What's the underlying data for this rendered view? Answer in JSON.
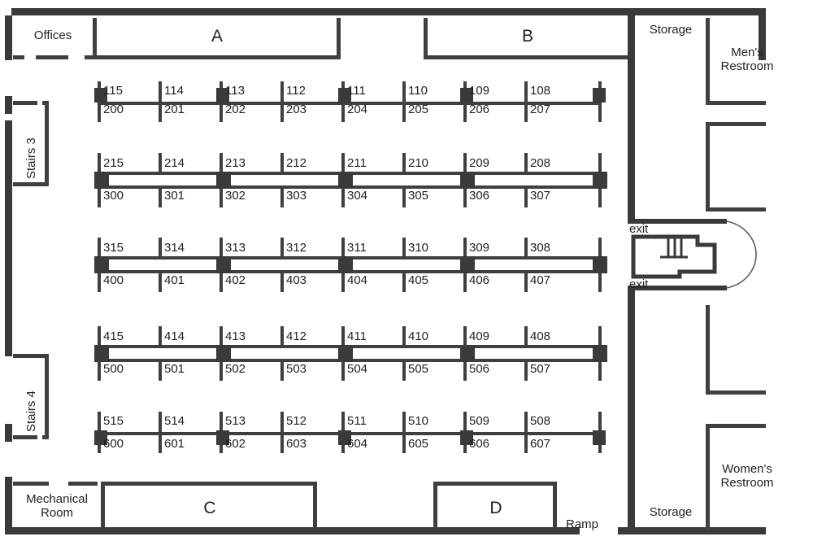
{
  "plan": {
    "title": "Exhibit Hall Floor Plan",
    "wall_color": "#3a3a3a",
    "thin_wall_color": "#3f3f3f",
    "text_color": "#231f20",
    "background": "#ffffff"
  },
  "zones": {
    "a": "A",
    "b": "B",
    "c": "C",
    "d": "D"
  },
  "areas": {
    "offices": "Offices",
    "mechanical_room": "Mechanical\nRoom",
    "storage_top": "Storage",
    "storage_bottom": "Storage",
    "mens_restroom": "Men's\nRestroom",
    "womens_restroom": "Women's\nRestroom",
    "stairs_3": "Stairs 3",
    "stairs_4": "Stairs 4",
    "ramp": "Ramp",
    "exit_upper": "exit",
    "exit_lower": "exit"
  },
  "booth_rows": [
    {
      "id": "row-1",
      "style": "single-line",
      "upper": [
        "115",
        "114",
        "113",
        "112",
        "111",
        "110",
        "109",
        "108"
      ],
      "lower": [
        "200",
        "201",
        "202",
        "203",
        "204",
        "205",
        "206",
        "207"
      ]
    },
    {
      "id": "row-2",
      "style": "corridor",
      "upper": [
        "215",
        "214",
        "213",
        "212",
        "211",
        "210",
        "209",
        "208"
      ],
      "lower": [
        "300",
        "301",
        "302",
        "303",
        "304",
        "305",
        "306",
        "307"
      ]
    },
    {
      "id": "row-3",
      "style": "corridor",
      "upper": [
        "315",
        "314",
        "313",
        "312",
        "311",
        "310",
        "309",
        "308"
      ],
      "lower": [
        "400",
        "401",
        "402",
        "403",
        "404",
        "405",
        "406",
        "407"
      ]
    },
    {
      "id": "row-4",
      "style": "corridor",
      "upper": [
        "415",
        "414",
        "413",
        "412",
        "411",
        "410",
        "409",
        "408"
      ],
      "lower": [
        "500",
        "501",
        "502",
        "503",
        "504",
        "505",
        "506",
        "507"
      ]
    },
    {
      "id": "row-5",
      "style": "single-line",
      "upper": [
        "515",
        "514",
        "513",
        "512",
        "511",
        "510",
        "509",
        "508"
      ],
      "lower": [
        "600",
        "601",
        "602",
        "603",
        "604",
        "605",
        "606",
        "607"
      ]
    }
  ]
}
